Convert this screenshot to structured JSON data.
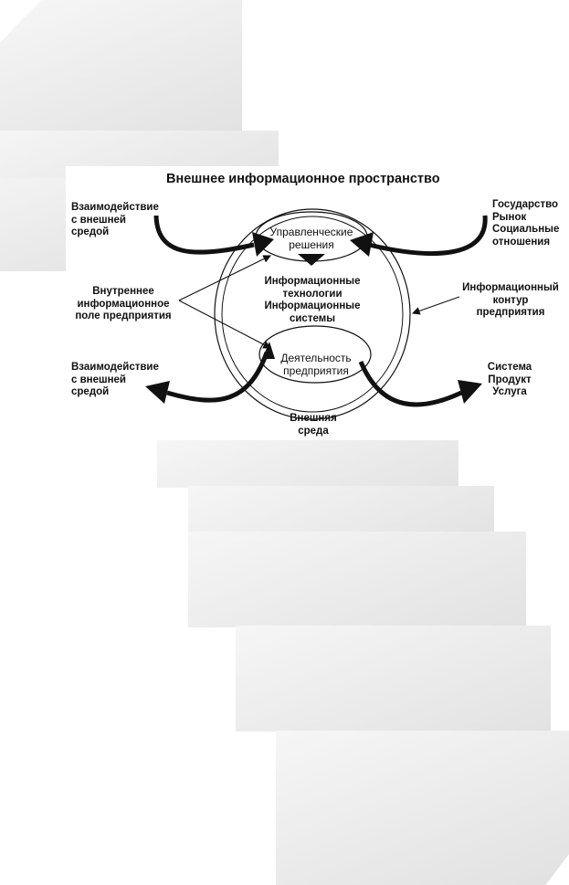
{
  "title": "Внешнее информационное пространство",
  "labels": {
    "interaction_top": [
      "Взаимодействие",
      "с внешней",
      "средой"
    ],
    "interaction_bottom": [
      "Взаимодействие",
      "с внешней",
      "средой"
    ],
    "state": [
      "Государство",
      "Рынок",
      "Социальные",
      "отношения"
    ],
    "internal_field": [
      "Внутреннее",
      "информационное",
      "поле предприятия"
    ],
    "info_contour": [
      "Информационный",
      "контур",
      "предприятия"
    ],
    "system": [
      "Система",
      "Продукт",
      "Услуга"
    ],
    "external_env": [
      "Внешняя",
      "среда"
    ]
  },
  "nodes": {
    "management": [
      "Управленческие",
      "решения"
    ],
    "center": [
      "Информационные",
      "технологии",
      "Информационные",
      "системы"
    ],
    "activity": [
      "Деятельность",
      "предприятия"
    ]
  },
  "colors": {
    "ink": "#111111",
    "background_gray": "#e6e6e6"
  }
}
